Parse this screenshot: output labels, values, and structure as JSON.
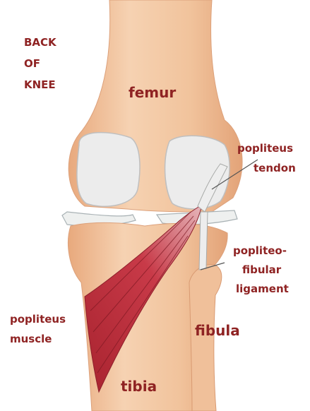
{
  "heading": [
    "BACK",
    "OF",
    "KNEE"
  ],
  "labels": {
    "femur": "femur",
    "popliteus_tendon": [
      "popliteus",
      "tendon"
    ],
    "popliteofibular_ligament": [
      "popliteo-",
      "fibular",
      "ligament"
    ],
    "popliteus_muscle": [
      "popliteus",
      "muscle"
    ],
    "fibula": "fibula",
    "tibia": "tibia"
  },
  "colors": {
    "label": "#8f2323",
    "bone": "#f2c49e",
    "bone_shadow": "#e3a57a",
    "cartilage": "#e9e9e9",
    "muscle": "#b8303d",
    "tendon": "#ececec"
  }
}
